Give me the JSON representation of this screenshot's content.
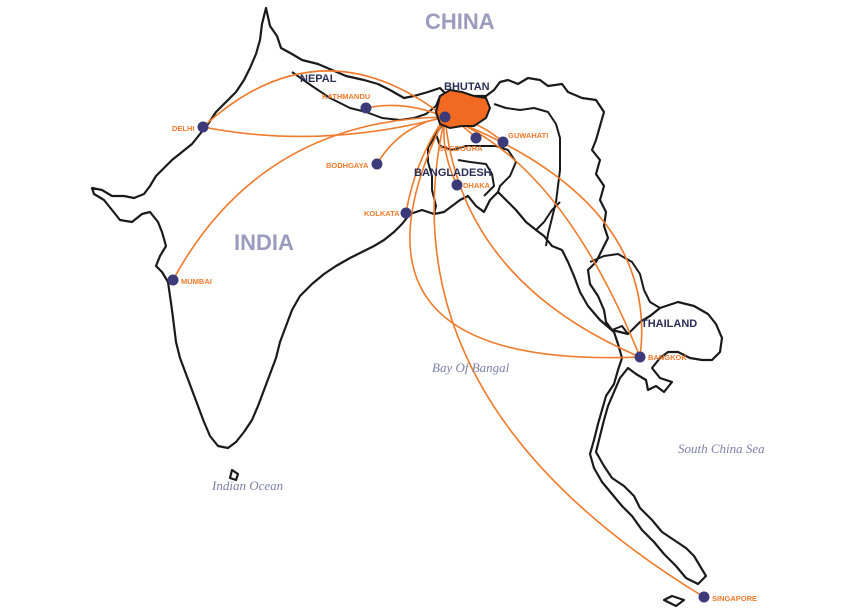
{
  "countries": {
    "china": "CHINA",
    "india": "INDIA",
    "nepal": "NEPAL",
    "bhutan": "BHUTAN",
    "bangladesh": "BANGLADESH",
    "thailand": "THAILAND"
  },
  "water_bodies": {
    "bay": "Bay Of Bangal",
    "ocean": "Indian Ocean",
    "sea": "South China Sea"
  },
  "cities": {
    "delhi": "DELHI",
    "kathmandu": "KATHMANDU",
    "bagdogra": "BAGDOGRA",
    "guwahati": "GUWAHATI",
    "bodhgaya": "BODHGAYA",
    "dhaka": "DHAKA",
    "kolkata": "KOLKATA",
    "mumbai": "MUMBAI",
    "bangkok": "BANGKOK",
    "singapore": "SINGAPORE"
  },
  "colors": {
    "highlight": "#f26a21",
    "route": "#f07a2b",
    "city_dot": "#3c3a78",
    "major_label": "#9a9bbd",
    "minor_label": "#2a2e55",
    "water_label": "#7b80a8"
  }
}
